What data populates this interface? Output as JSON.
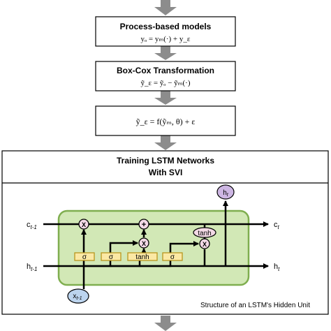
{
  "boxes": {
    "process": {
      "title": "Process-based models",
      "equation": "yₒ = yₘ(·) + y_ε"
    },
    "boxcox": {
      "title": "Box-Cox Transformation",
      "equation": "ỹ_ε = ỹₒ − ỹₘ(·)"
    },
    "function": {
      "equation": "ỹ_ε = f(ỹₘ, θ) + ε"
    },
    "training": {
      "title_line1": "Training LSTM Networks",
      "title_line2": "With SVI"
    }
  },
  "lstm": {
    "cell_in": "c",
    "cell_in_sub": "t-1",
    "cell_out": "c",
    "cell_out_sub": "t",
    "hidden_in": "h",
    "hidden_in_sub": "t-1",
    "hidden_out": "h",
    "hidden_out_sub": "t",
    "hidden_top": "h",
    "hidden_top_sub": "t",
    "input": "x",
    "input_sub": "t-1",
    "gate_sigma": "σ",
    "gate_tanh": "tanh",
    "op_multiply": "X",
    "op_add": "+",
    "caption": "Structure of an LSTM's Hidden Unit"
  },
  "colors": {
    "arrow_gray": "#8c8c8c",
    "cell_fill": "#d2e8b6",
    "cell_stroke": "#7fae4f",
    "gate_fill": "#fbe8a4",
    "gate_stroke": "#b8951d",
    "op_fill": "#f3d9e6",
    "ht_fill": "#cdb6e3",
    "xt_fill": "#bcd4ee"
  }
}
